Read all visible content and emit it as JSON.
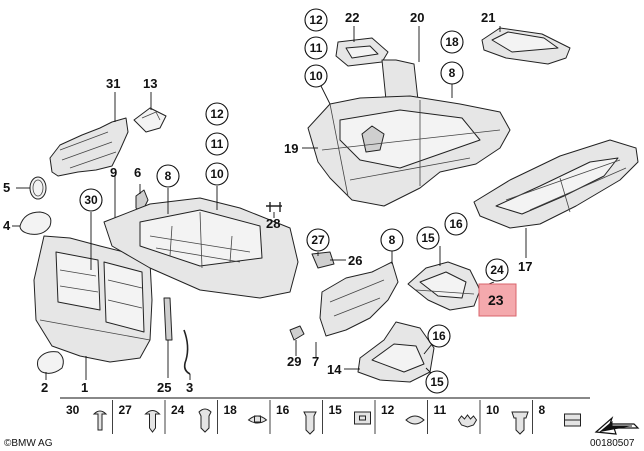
{
  "diagram": {
    "callouts": {
      "c31": "31",
      "c13": "13",
      "c5": "5",
      "c4": "4",
      "c9": "9",
      "c6": "6",
      "c2": "2",
      "c1": "1",
      "c25": "25",
      "c3": "3",
      "c28": "28",
      "c22": "22",
      "c20": "20",
      "c21": "21",
      "c19": "19",
      "c26": "26",
      "c29": "29",
      "c7": "7",
      "c14": "14",
      "c17": "17",
      "c23": "23"
    },
    "circled": {
      "k30": "30",
      "k8a": "8",
      "k12a": "12",
      "k11a": "11",
      "k10a": "10",
      "k12b": "12",
      "k11b": "11",
      "k10b": "10",
      "k18": "18",
      "k8b": "8",
      "k27": "27",
      "k8c": "8",
      "k15a": "15",
      "k16a": "16",
      "k24": "24",
      "k16b": "16",
      "k15b": "15"
    },
    "highlight_color": "#f4a9ad",
    "legend": [
      {
        "label": "30",
        "icon": "rivet-icon"
      },
      {
        "label": "27",
        "icon": "expanding-rivet-icon"
      },
      {
        "label": "24",
        "icon": "push-clip-icon"
      },
      {
        "label": "18",
        "icon": "washer-nut-icon"
      },
      {
        "label": "16",
        "icon": "screw-icon"
      },
      {
        "label": "15",
        "icon": "square-nut-icon"
      },
      {
        "label": "12",
        "icon": "flat-washer-icon"
      },
      {
        "label": "11",
        "icon": "serrated-washer-icon"
      },
      {
        "label": "10",
        "icon": "collar-screw-icon"
      },
      {
        "label": "8",
        "icon": "spring-nut-icon"
      }
    ],
    "footer": {
      "brand": "©BMW AG",
      "code": "00180507"
    }
  }
}
